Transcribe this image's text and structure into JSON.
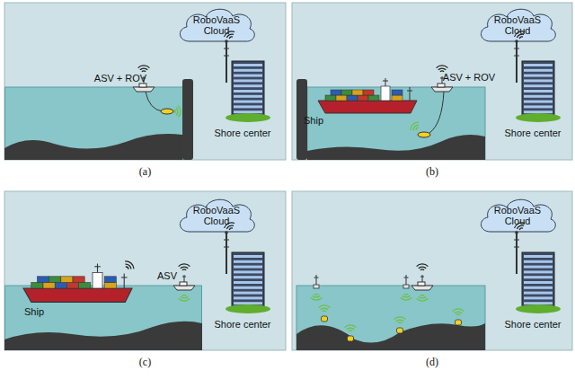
{
  "diagram": {
    "nodes": [
      {
        "text": [
          "(a)"
        ]
      },
      {
        "text": [
          "RoboVaaS Cloud"
        ],
        "in": 0
      },
      {
        "text": [
          "Shore center"
        ],
        "in": 0
      },
      {
        "text": [
          "(b)"
        ]
      },
      {
        "text": [
          "RoboVaaS Cloud"
        ],
        "in": 3
      },
      {
        "text": [
          "Shore center"
        ],
        "in": 3
      },
      {
        "text": [
          "(c)"
        ]
      },
      {
        "text": [
          "RoboVaaS Cloud"
        ],
        "in": 6
      },
      {
        "text": [
          "Shore center"
        ],
        "in": 6
      },
      {
        "text": [
          "(d)"
        ]
      },
      {
        "text": [
          "RoboVaaS Cloud"
        ],
        "in": 9
      },
      {
        "text": [
          "Shore center"
        ],
        "in": 9
      }
    ],
    "labels": [
      "ASV + ROV",
      "Ship",
      "ASV + ROV",
      "Ship",
      "ASV"
    ]
  }
}
